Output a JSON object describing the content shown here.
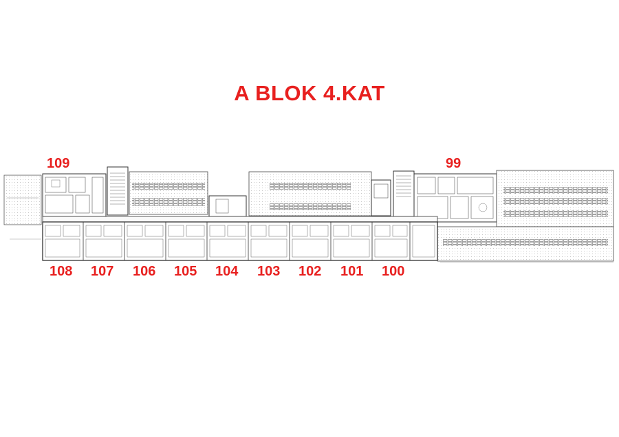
{
  "title": "A BLOK 4.KAT",
  "accent_color": "#e8201f",
  "unit_labels": {
    "u109": "109",
    "u99": "99",
    "u108": "108",
    "u107": "107",
    "u106": "106",
    "u105": "105",
    "u104": "104",
    "u103": "103",
    "u102": "102",
    "u101": "101",
    "u100": "100"
  }
}
